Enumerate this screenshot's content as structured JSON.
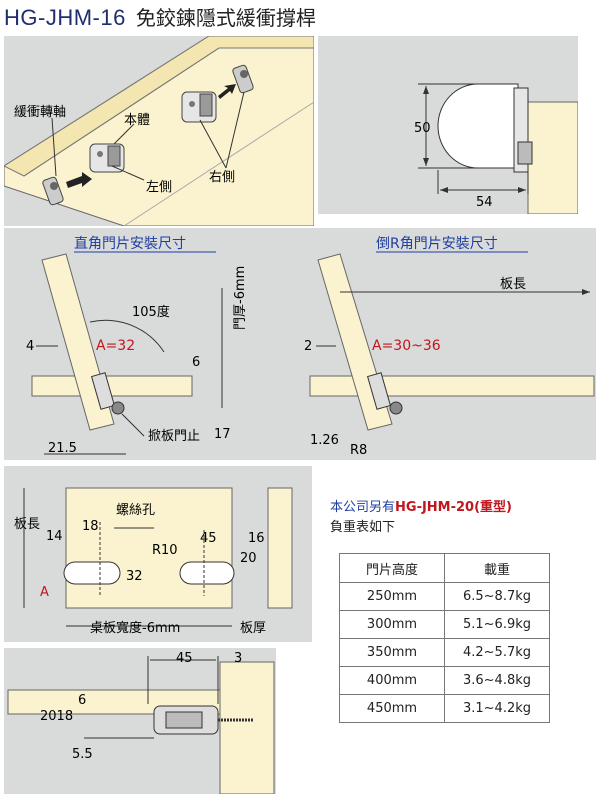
{
  "header": {
    "model": "HG-JHM-16",
    "name": "免鉸鍊隱式緩衝撐桿"
  },
  "panel1": {
    "label_shaft": "緩衝轉軸",
    "label_body": "本體",
    "label_left": "左側",
    "label_right": "右側"
  },
  "panel2": {
    "dim_50": "50",
    "dim_54": "54"
  },
  "panel3": {
    "title_left": "直角門片安裝尺寸",
    "title_right": "倒R角門片安裝尺寸",
    "dim_105": "105度",
    "dim_4": "4",
    "a_left": "A=32",
    "door_thick": "門厚-6mm",
    "dim_6": "6",
    "dim_17": "17",
    "dim_21_5": "21.5",
    "stopper": "掀板門止",
    "board_len": "板長",
    "dim_2": "2",
    "a_right": "A=30~36",
    "dim_1_26": "1.26",
    "dim_r8": "R8"
  },
  "panel4": {
    "screw_hole": "螺絲孔",
    "dim_14": "14",
    "dim_18": "18",
    "dim_r10": "R10",
    "dim_45": "45",
    "dim_16": "16",
    "dim_20": "20",
    "dim_32": "32",
    "board_len": "板長",
    "a_label": "A",
    "table_width": "桌板寬度-6mm",
    "board_thick": "板厚"
  },
  "panel5": {
    "dim_45": "45",
    "dim_3": "3",
    "dim_6": "6",
    "dim_2018": "2018",
    "dim_5_5": "5.5"
  },
  "note": {
    "line1_a": "本公司另有",
    "line1_b": "HG-JHM-20(重型)",
    "line2": "負重表如下"
  },
  "load_table": {
    "headers": [
      "門片高度",
      "載重"
    ],
    "rows": [
      [
        "250mm",
        "6.5~8.7kg"
      ],
      [
        "300mm",
        "5.1~6.9kg"
      ],
      [
        "350mm",
        "4.2~5.7kg"
      ],
      [
        "400mm",
        "3.6~4.8kg"
      ],
      [
        "450mm",
        "3.1~4.2kg"
      ]
    ]
  },
  "colors": {
    "panel_bg": "#d9dada",
    "wood": "#fbf3cf",
    "red": "#c0161d",
    "blue": "#1f3fa0",
    "title_blue": "#1f2f6d"
  }
}
